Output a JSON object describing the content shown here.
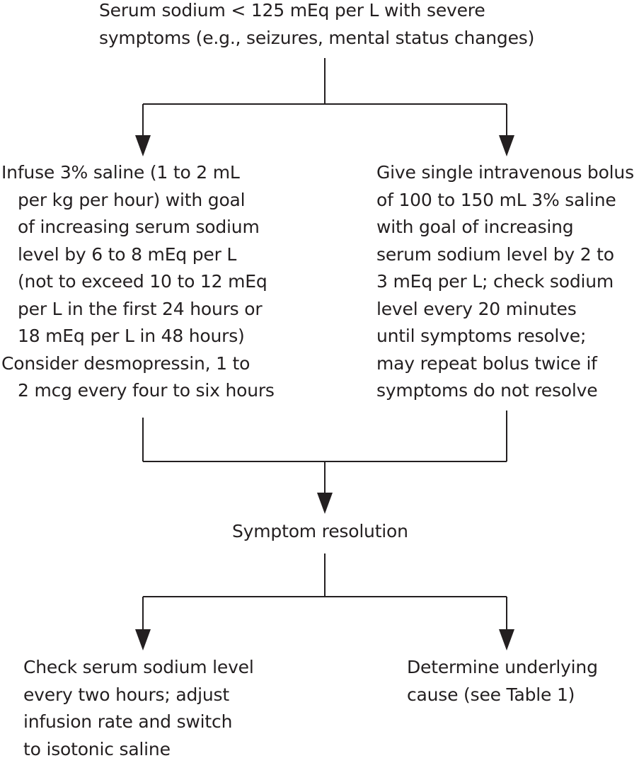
{
  "diagram": {
    "start": {
      "lines": [
        "Serum sodium < 125 mEq per L with severe",
        "symptoms (e.g., seizures, mental status changes)"
      ]
    },
    "left_branch": {
      "item1": [
        "Infuse 3% saline (1 to 2 mL",
        "per kg per hour) with goal",
        "of increasing serum sodium",
        "level by 6 to 8 mEq per L",
        "(not to exceed 10 to 12 mEq",
        "per L in the first 24 hours or",
        "18 mEq per L in 48 hours)"
      ],
      "item2": [
        "Consider desmopressin, 1 to",
        "2 mcg every four to six hours"
      ]
    },
    "right_branch": {
      "lines": [
        "Give single intravenous bolus",
        "of 100 to 150 mL 3% saline",
        "with goal of increasing",
        "serum sodium level by 2 to",
        "3 mEq per L; check sodium",
        "level every 20 minutes",
        "until symptoms resolve;",
        "may repeat bolus twice if",
        "symptoms do not resolve"
      ]
    },
    "middle": {
      "label": "Symptom resolution"
    },
    "bottom_left": {
      "lines": [
        "Check serum sodium level",
        "every two hours; adjust",
        "infusion rate and switch",
        "to isotonic saline"
      ]
    },
    "bottom_right": {
      "lines": [
        "Determine underlying",
        "cause (see Table 1)"
      ]
    }
  }
}
